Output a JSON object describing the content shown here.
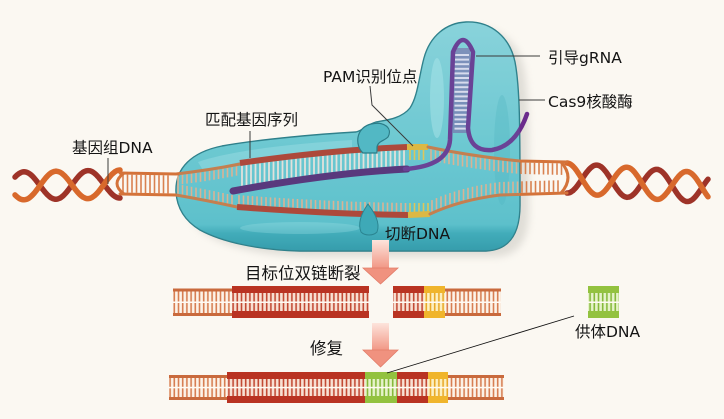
{
  "labels": {
    "genomic_dna": "基因组DNA",
    "matching_sequence": "匹配基因序列",
    "pam_site": "PAM识别位点",
    "guide_rna": "引导gRNA",
    "cas9": "Cas9核酸酶",
    "cut_dna": "切断DNA",
    "double_strand_break": "目标位双链断裂",
    "repair": "修复",
    "donor_dna": "供体DNA"
  },
  "colors": {
    "background": "#fbf8f2",
    "cas9_body": "#5ec3ce",
    "dna_strand": "#d4733a",
    "target_sequence": "#b93322",
    "pam": "#f0b52c",
    "guide_rna": "#6a2b8c",
    "donor_dna": "#93c23f",
    "arrow": "#f0927f"
  }
}
